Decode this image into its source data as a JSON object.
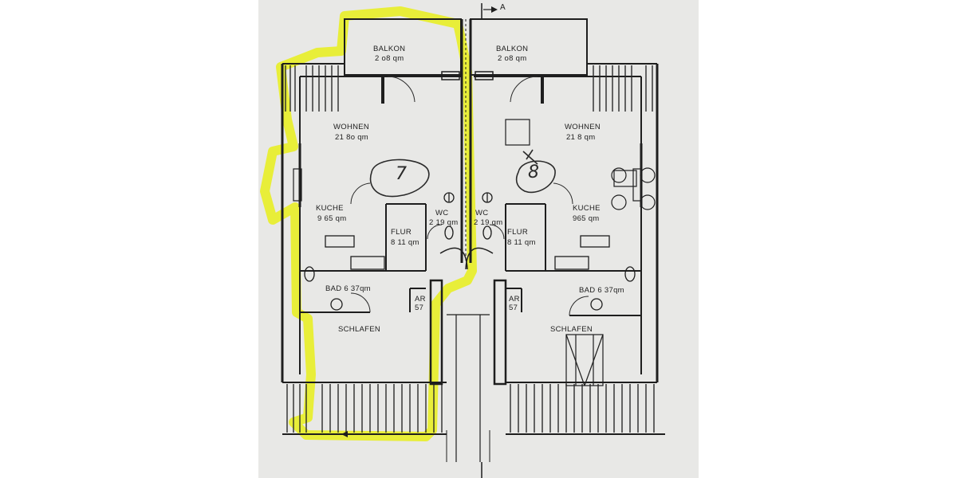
{
  "units": {
    "left": {
      "number": "7",
      "balcony": {
        "name": "BALKON",
        "area": "2 o8 qm"
      },
      "living": {
        "name": "WOHNEN",
        "area": "21 8o qm"
      },
      "kitchen": {
        "name": "KUCHE",
        "area": "9 65 qm"
      },
      "hall": {
        "name": "FLUR",
        "area": "8 11 qm"
      },
      "wc": {
        "name": "WC",
        "area": "2 19 qm"
      },
      "bath": {
        "name": "BAD 6 37qm"
      },
      "storage": {
        "name": "AR",
        "area": "57"
      },
      "bedroom": {
        "name": "SCHLAFEN"
      }
    },
    "right": {
      "number": "8",
      "balcony": {
        "name": "BALKON",
        "area": "2 o8 qm"
      },
      "living": {
        "name": "WOHNEN",
        "area": "21 8 qm"
      },
      "kitchen": {
        "name": "KUCHE",
        "area": "965 qm"
      },
      "hall": {
        "name": "FLUR",
        "area": "8 11 qm"
      },
      "wc": {
        "name": "WC",
        "area": "2 19 qm"
      },
      "bath": {
        "name": "BAD 6 37qm"
      },
      "storage": {
        "name": "AR",
        "area": "57"
      },
      "bedroom": {
        "name": "SCHLAFEN"
      }
    }
  },
  "section_marker": "A",
  "colors": {
    "paper": "#e8e8e6",
    "ink": "#1e1e1e",
    "highlight": "#e8ef1a"
  }
}
